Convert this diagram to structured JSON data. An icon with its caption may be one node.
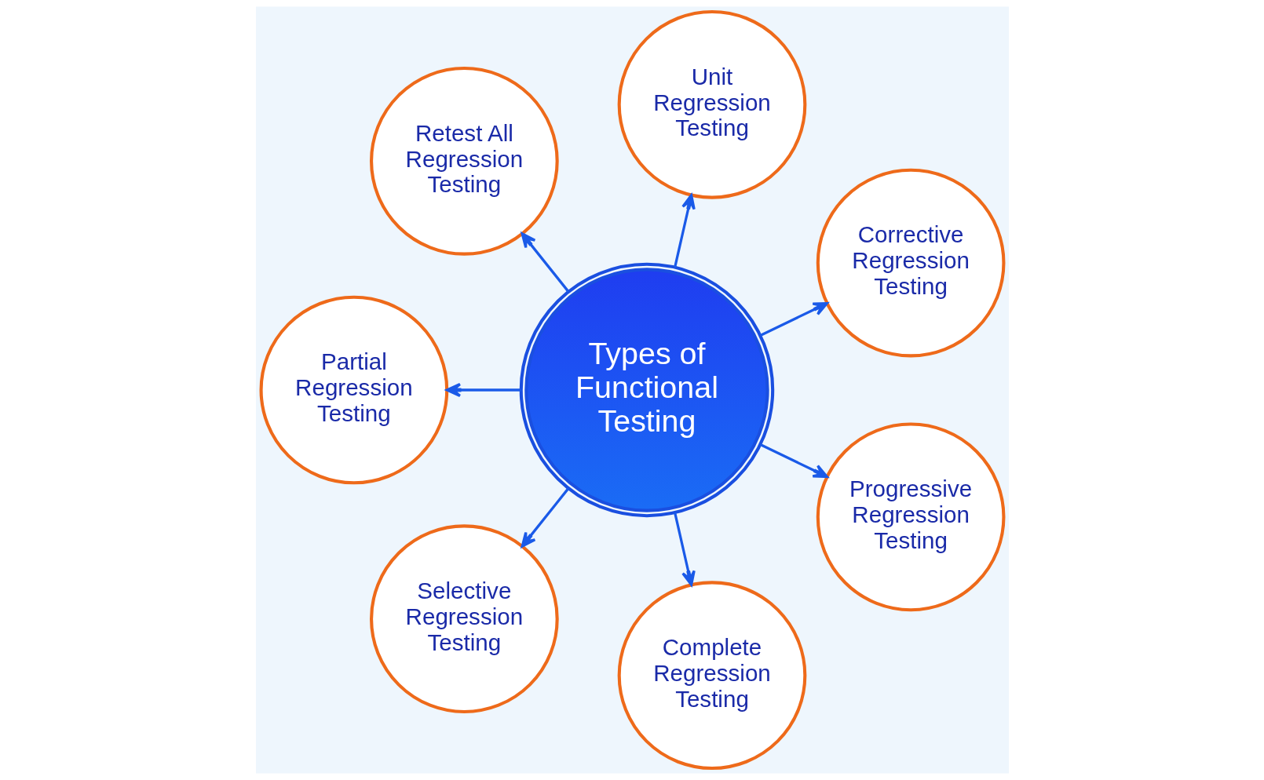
{
  "diagram": {
    "nodes": [
      {
        "text": [
          "Types of Functional Testing"
        ]
      },
      {
        "text": [
          "Corrective Regression Testing"
        ]
      },
      {
        "text": [
          "Unit Regression Testing"
        ]
      },
      {
        "text": [
          "Retest All Regression Testing"
        ]
      },
      {
        "text": [
          "Partial Regression Testing"
        ]
      },
      {
        "text": [
          "Selective Regression Testing"
        ]
      },
      {
        "text": [
          "Complete Regression Testing"
        ]
      },
      {
        "text": [
          "Progressive Regression Testing"
        ]
      }
    ],
    "edges": [
      {
        "from": 0,
        "to": 1,
        "arrow": "to"
      },
      {
        "from": 0,
        "to": 3,
        "arrow": "to"
      },
      {
        "from": 0,
        "to": 5,
        "arrow": "to"
      },
      {
        "from": 0,
        "to": 7,
        "arrow": "to"
      },
      {
        "from": 0,
        "to": 6,
        "arrow": "to"
      },
      {
        "from": 0,
        "to": 4,
        "arrow": "to"
      },
      {
        "from": 0,
        "to": 2,
        "arrow": "to"
      }
    ]
  }
}
